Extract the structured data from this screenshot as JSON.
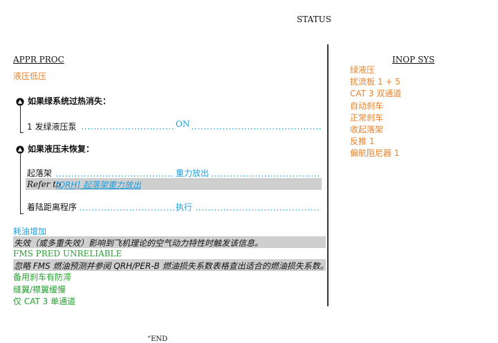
{
  "header": {
    "title": "STATUS"
  },
  "left": {
    "section_title": "APPR PROC",
    "section_subtitle": "液压低压",
    "condition1": {
      "title": "如果绿系统过热消失：",
      "step_label": "1 发绿液压泵",
      "step_value": "ON"
    },
    "condition2": {
      "title": "如果液压未恢复：",
      "gear_label": "起落架",
      "gear_value": "重力放出",
      "refer_prefix": "Refer to",
      "refer_link": "[QRH] 起落架重力放出",
      "landing_label": "着陆距离程序",
      "landing_value": "执行"
    },
    "fuel_title": "耗油增加",
    "fuel_note": "失效（或多重失效）影响到飞机理论的空气动力特性时触发该信息。",
    "fms_title": "FMS PRED UNRELIABLE",
    "fms_note": "忽略 FMS 燃油预测并参阅 QRH/PER-B 燃油损失系数表格查出适合的燃油损失系数。",
    "extra_items": [
      "备用刹车有防滞",
      "缝翼/襟翼缓慢",
      "仅 CAT 3 单通道"
    ]
  },
  "right": {
    "title": "INOP SYS",
    "items": [
      "绿液压",
      "扰流板 1 + 5",
      "CAT 3 双通道",
      "自动刹车",
      "正常刹车",
      "收起落架",
      "反推 1",
      "偏航阻尼器 1"
    ]
  },
  "footer": {
    "partial_text": "“END"
  },
  "colors": {
    "orange": "#e8832c",
    "cyan": "#1c9fe0",
    "green": "#26a031",
    "gray_highlight": "#cfcfcf"
  }
}
